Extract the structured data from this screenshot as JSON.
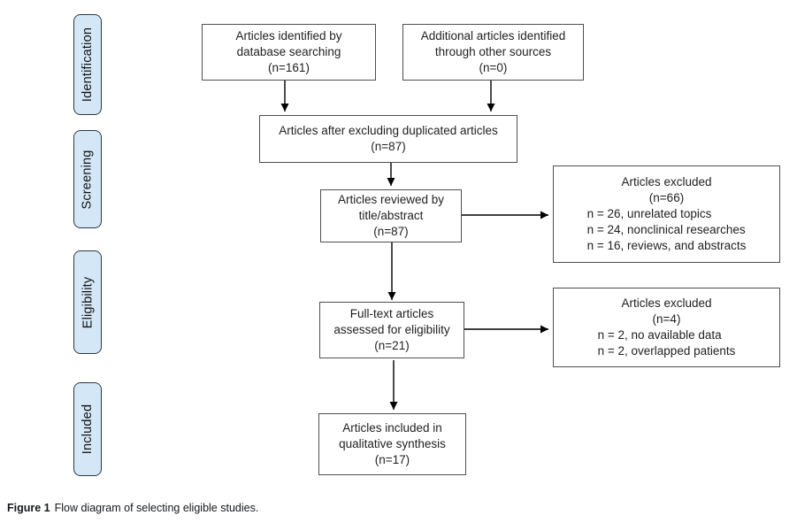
{
  "stages": [
    {
      "label": "Identification"
    },
    {
      "label": "Screening"
    },
    {
      "label": "Eligibility"
    },
    {
      "label": "Included"
    }
  ],
  "boxes": {
    "identified": {
      "text": "Articles identified by\ndatabase searching\n(n=161)"
    },
    "additional": {
      "text": "Additional articles identified\nthrough other sources\n(n=0)"
    },
    "deduplicated": {
      "text": "Articles after excluding duplicated articles\n(n=87)"
    },
    "reviewed": {
      "text": "Articles reviewed by\ntitle/abstract\n(n=87)"
    },
    "excluded_screening": {
      "title": "Articles excluded\n(n=66)",
      "details": "n = 26, unrelated topics\nn = 24, nonclinical researches\nn = 16, reviews, and abstracts"
    },
    "fulltext": {
      "text": "Full-text articles\nassessed for eligibility\n(n=21)"
    },
    "excluded_eligibility": {
      "title": "Articles excluded\n(n=4)",
      "details": "n = 2, no available data\nn = 2, overlapped patients"
    },
    "included": {
      "text": "Articles included in\nqualitative synthesis\n(n=17)"
    }
  },
  "caption": {
    "label": "Figure 1",
    "text": "Flow diagram of selecting eligible studies."
  },
  "colors": {
    "stage_fill": "#d4e7f7",
    "stage_border": "#2b3945",
    "box_border": "#4f4f4f",
    "text": "#1f1f1f",
    "arrow": "#000000"
  }
}
